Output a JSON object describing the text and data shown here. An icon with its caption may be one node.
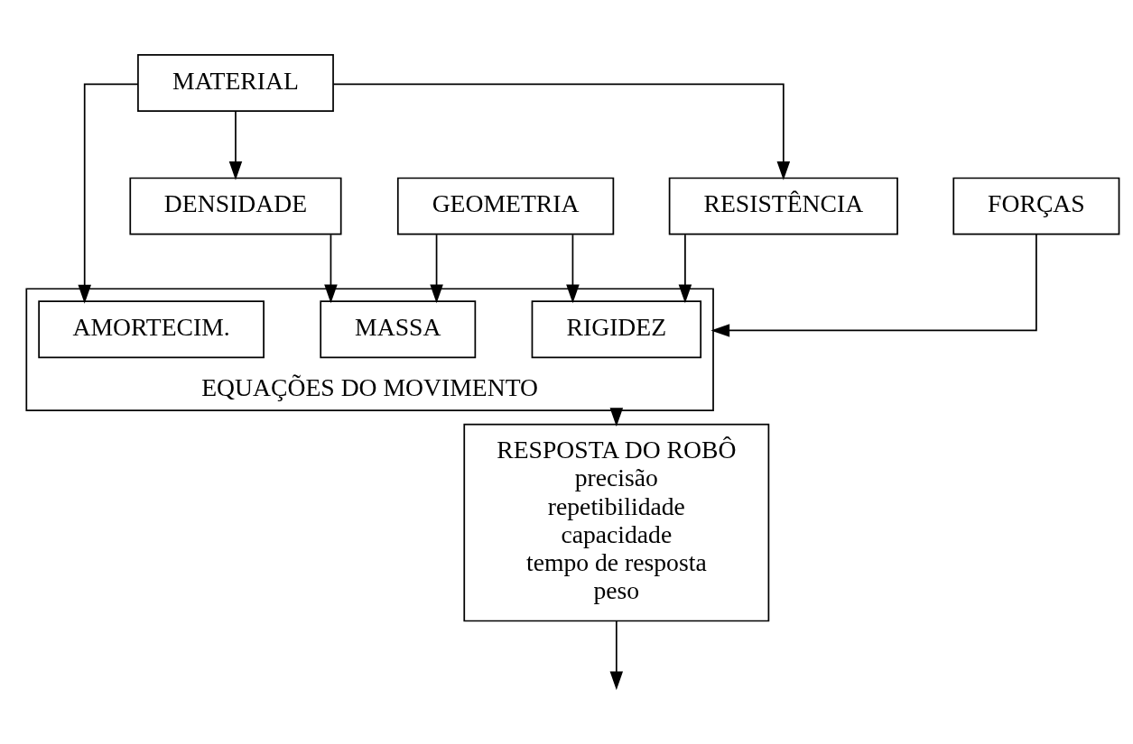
{
  "diagram": {
    "nodes": [
      {
        "text": [
          "MATERIAL"
        ]
      },
      {
        "text": [
          "GEOMETRIA"
        ]
      },
      {
        "text": [
          "FORÇAS"
        ]
      },
      {
        "text": [
          "DENSIDADE"
        ]
      },
      {
        "text": [
          "RESISTÊNCIA"
        ]
      },
      {
        "text": [
          "EQUAÇÕES DO MOVIMENTO"
        ]
      },
      {
        "text": [
          "MASSA"
        ],
        "in": 5
      },
      {
        "text": [
          "RIGIDEZ"
        ],
        "in": 5
      },
      {
        "text": [
          "AMORTECIM."
        ],
        "in": 5
      },
      {
        "text": [
          "RESPOSTA DO ROBÔ",
          "precisão",
          "repetibilidade",
          "capacidade",
          "tempo de resposta",
          "peso"
        ]
      }
    ],
    "edges": [
      {
        "from": 0,
        "to": 3,
        "arrow": "to"
      },
      {
        "from": 0,
        "to": 4,
        "arrow": "to"
      },
      {
        "from": 0,
        "to": 8,
        "arrow": "to"
      },
      {
        "from": 1,
        "to": 6,
        "arrow": "to"
      },
      {
        "from": 1,
        "to": 7,
        "arrow": "to"
      },
      {
        "from": 3,
        "to": 6,
        "arrow": "to"
      },
      {
        "from": 4,
        "to": 7,
        "arrow": "to"
      },
      {
        "from": 2,
        "to": 5,
        "arrow": "to"
      },
      {
        "from": 5,
        "to": 9,
        "arrow": "to"
      },
      {
        "from": 9,
        "to": null,
        "arrow": "to"
      }
    ]
  }
}
